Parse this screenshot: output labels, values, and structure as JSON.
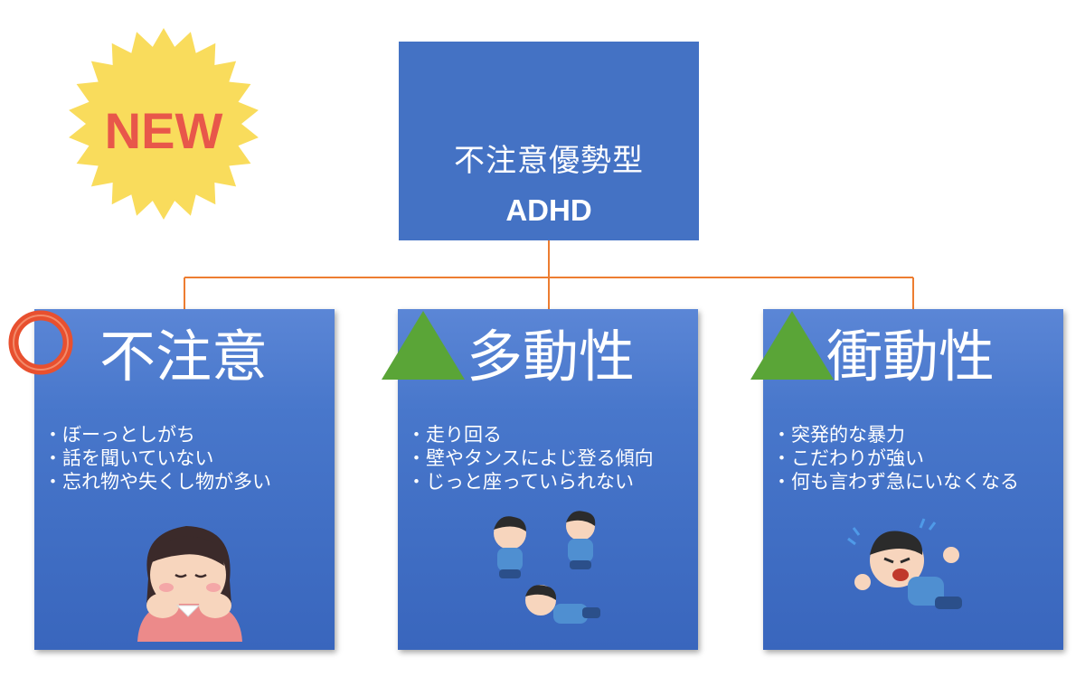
{
  "badge": {
    "text": "NEW"
  },
  "root": {
    "title": "不注意優勢型",
    "subtitle": "ADHD"
  },
  "cards": [
    {
      "mark": "circle",
      "heading": "不注意",
      "items": [
        "ぼーっとしがち",
        "話を聞いていない",
        "忘れ物や失くし物が多い"
      ]
    },
    {
      "mark": "triangle",
      "heading": "多動性",
      "items": [
        "走り回る",
        "壁やタンスによじ登る傾向",
        "じっと座っていられない"
      ]
    },
    {
      "mark": "triangle",
      "heading": "衝動性",
      "items": [
        "突発的な暴力",
        "こだわりが強い",
        "何も言わず急にいなくなる"
      ]
    }
  ],
  "colors": {
    "box_blue": "#4472c4",
    "connector_orange": "#ed7d31",
    "badge_yellow": "#f9dc5c",
    "badge_text": "#e8574a",
    "circle_mark": "#e8502f",
    "triangle_mark": "#5aa537"
  }
}
